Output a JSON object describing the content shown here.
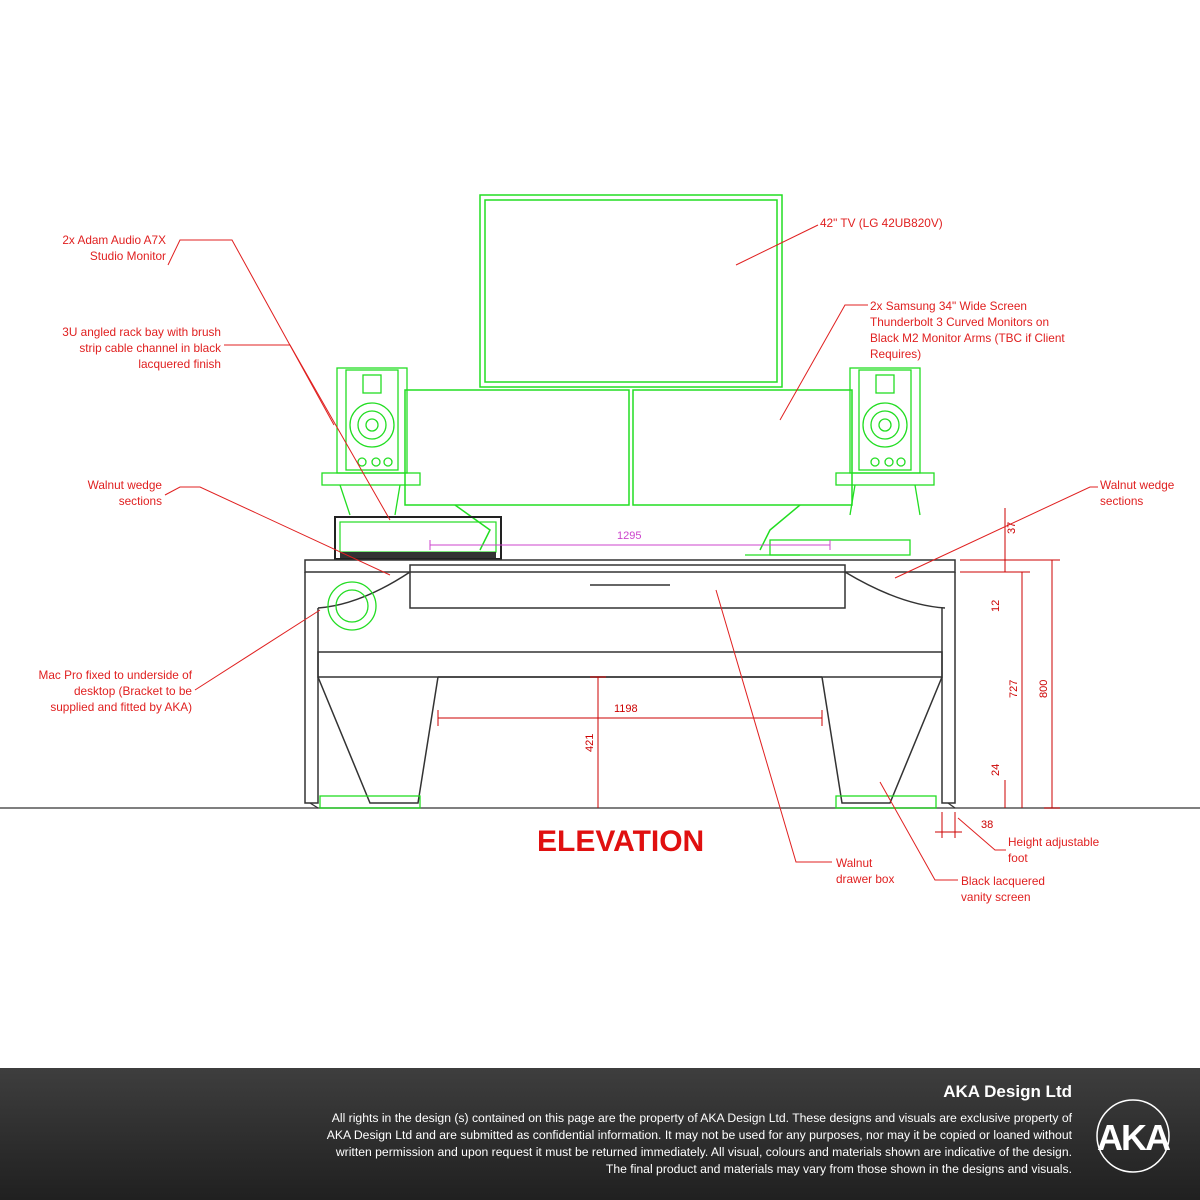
{
  "colors": {
    "outline": "#22dd22",
    "leader": "#e02020",
    "dimension": "#cc0000",
    "internal_dim": "#cc44cc",
    "frame": "#333333",
    "footer_bg": "#2b2b2b"
  },
  "annotations": {
    "speakers": [
      "2x Adam Audio A7X",
      "Studio Monitor"
    ],
    "rack_bay": [
      "3U angled rack bay with brush",
      "strip cable channel in black",
      "lacquered finish"
    ],
    "wedge_left": [
      "Walnut wedge",
      "sections"
    ],
    "mac_pro": [
      "Mac Pro fixed to underside of",
      "desktop (Bracket to be",
      "supplied and fitted by AKA)"
    ],
    "tv": "42\" TV (LG 42UB820V)",
    "monitors": [
      "2x Samsung 34\" Wide Screen",
      "Thunderbolt 3 Curved Monitors on",
      "Black M2 Monitor Arms (TBC if Client",
      "Requires)"
    ],
    "wedge_right": [
      "Walnut wedge",
      "sections"
    ],
    "foot": [
      "Height adjustable",
      "foot"
    ],
    "vanity": [
      "Black lacquered",
      "vanity screen"
    ],
    "drawer": [
      "Walnut",
      "drawer box"
    ]
  },
  "dimensions": {
    "top_span": "1295",
    "knee_width": "1198",
    "knee_height": "421",
    "desk_height": "800",
    "frame_height": "727",
    "top_thickness": "12",
    "riser": "37",
    "base": "24",
    "foot_offset": "38"
  },
  "title": "ELEVATION",
  "footer": {
    "company": "AKA Design Ltd",
    "disclaimer": "All rights in the design (s) contained on this page are the property of AKA Design Ltd.  These designs and visuals are exclusive property of AKA Design Ltd and are submitted as confidential information.  It may not be used for any purposes, nor may it be copied or loaned without written permission and upon request it must be returned immediately.  All visual, colours and materials shown are indicative of the design.  The final product and materials may vary from those shown in the designs and visuals.",
    "logo_text": "AKA"
  }
}
